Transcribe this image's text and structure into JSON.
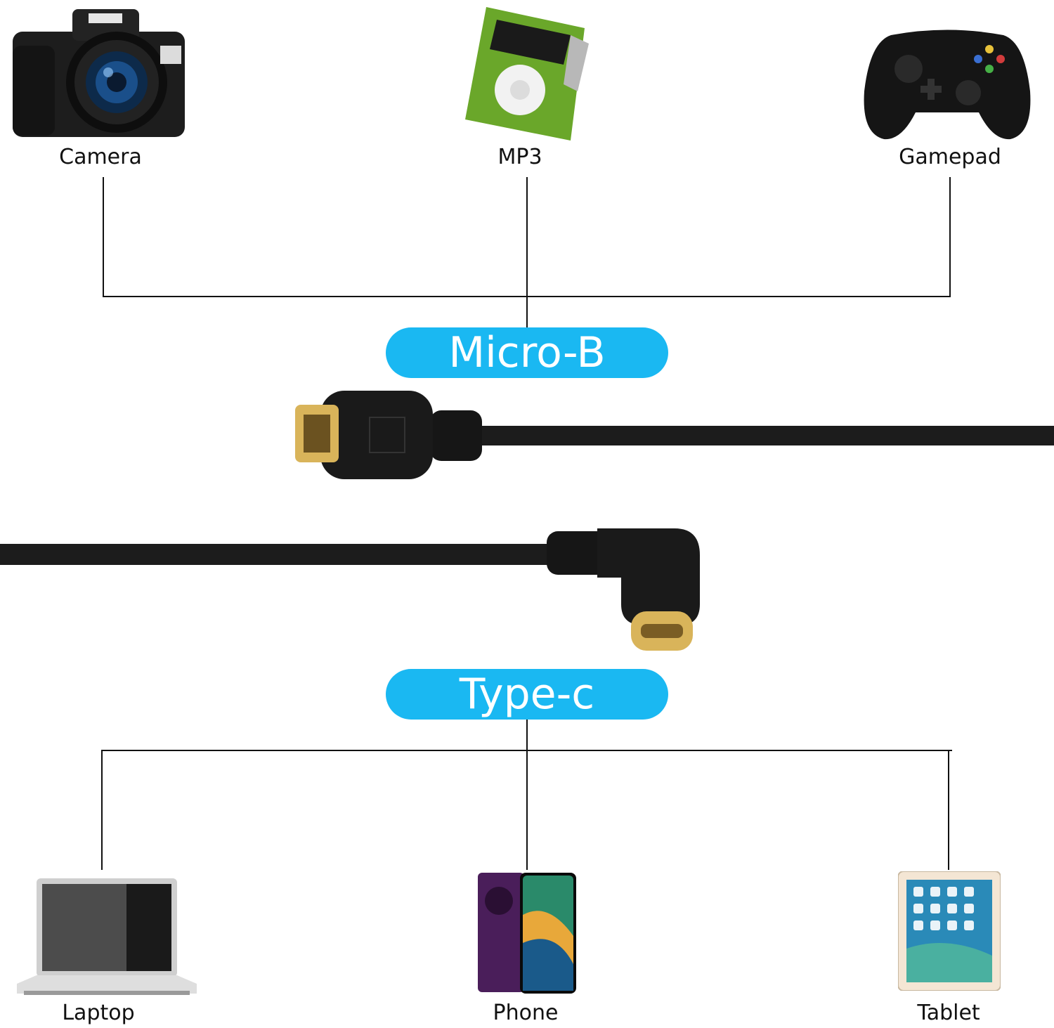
{
  "sources": [
    {
      "id": "camera",
      "label": "Camera",
      "icon": "camera-icon"
    },
    {
      "id": "mp3",
      "label": "MP3",
      "icon": "mp3-player-icon"
    },
    {
      "id": "gamepad",
      "label": "Gamepad",
      "icon": "gamepad-icon"
    }
  ],
  "targets": [
    {
      "id": "laptop",
      "label": "Laptop",
      "icon": "laptop-icon"
    },
    {
      "id": "phone",
      "label": "Phone",
      "icon": "phone-icon"
    },
    {
      "id": "tablet",
      "label": "Tablet",
      "icon": "tablet-icon"
    }
  ],
  "connectors": {
    "top_label": "Micro-B",
    "bottom_label": "Type-c"
  },
  "colors": {
    "pill": "#1ab8f2",
    "line": "#111111",
    "cable": "#1c1c1c",
    "gold": "#d9b45a"
  }
}
